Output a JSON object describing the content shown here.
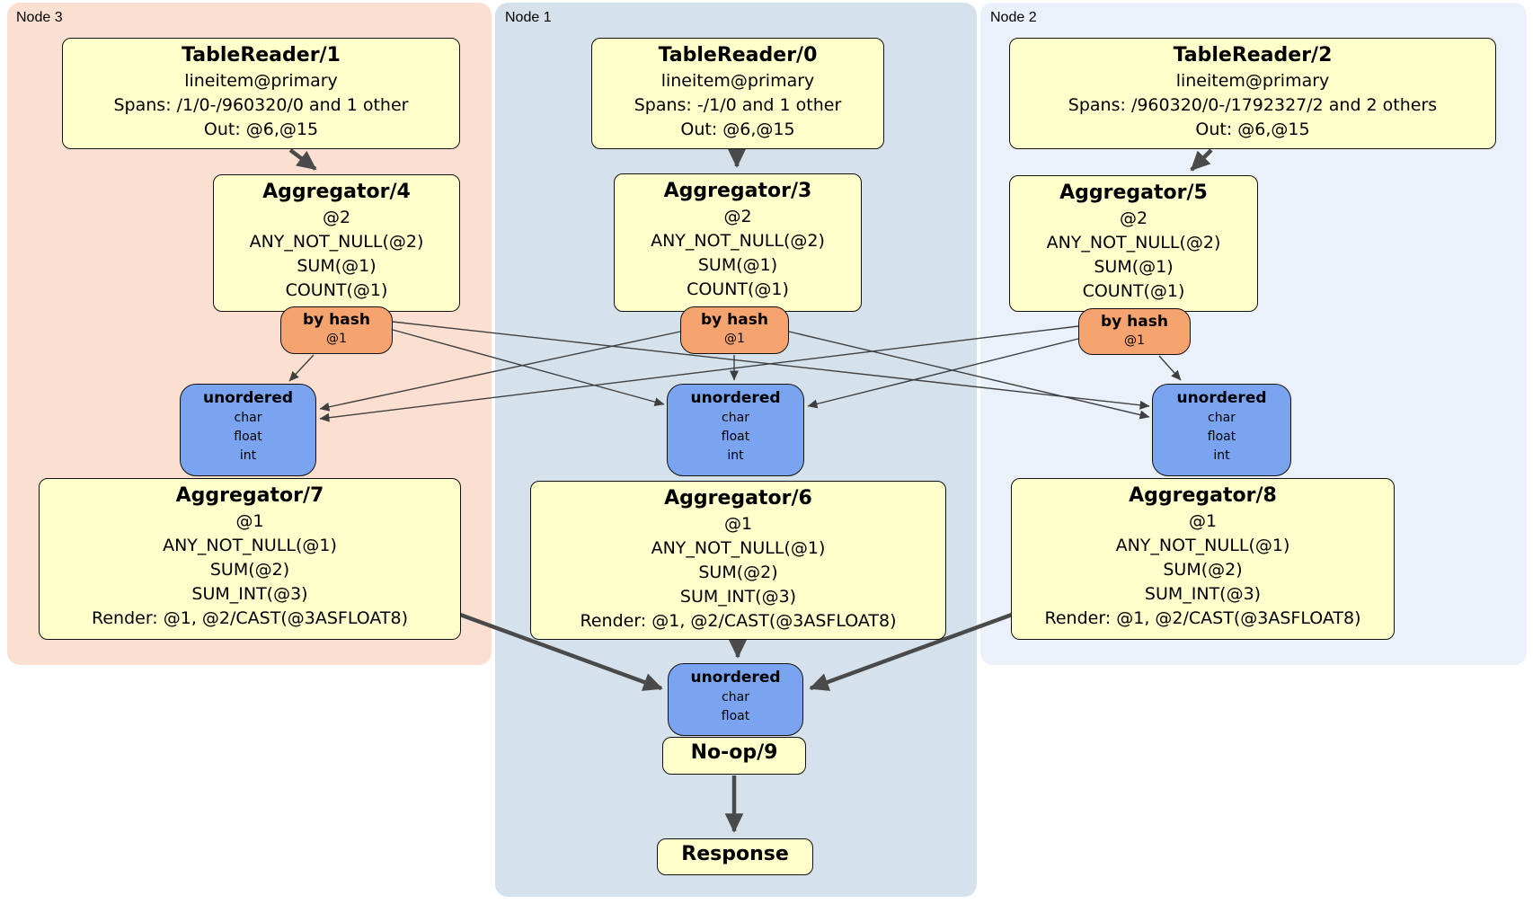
{
  "colors": {
    "node3_bg": "#fbe0d1",
    "node1_bg": "#d6e2eb",
    "node2_bg": "#ebf1fa",
    "processor_box": "#ffffcc",
    "router_box": "#f6a46f",
    "sync_box": "#7aa4ef",
    "edge": "#4a4a4a"
  },
  "node3": {
    "label": "Node 3",
    "table_reader": {
      "title": "TableReader/1",
      "lines": [
        "lineitem@primary",
        "Spans: /1/0-/960320/0 and 1 other",
        "Out: @6,@15"
      ]
    },
    "aggregator_top": {
      "title": "Aggregator/4",
      "lines": [
        "@2",
        "ANY_NOT_NULL(@2)",
        "SUM(@1)",
        "COUNT(@1)"
      ]
    },
    "router": {
      "title": "by hash",
      "detail": "@1"
    },
    "sync": {
      "title": "unordered",
      "lines": [
        "char",
        "float",
        "int"
      ]
    },
    "aggregator_bottom": {
      "title": "Aggregator/7",
      "lines": [
        "@1",
        "ANY_NOT_NULL(@1)",
        "SUM(@2)",
        "SUM_INT(@3)",
        "Render: @1, @2/CAST(@3ASFLOAT8)"
      ]
    }
  },
  "node1": {
    "label": "Node 1",
    "table_reader": {
      "title": "TableReader/0",
      "lines": [
        "lineitem@primary",
        "Spans: -/1/0 and 1 other",
        "Out: @6,@15"
      ]
    },
    "aggregator_top": {
      "title": "Aggregator/3",
      "lines": [
        "@2",
        "ANY_NOT_NULL(@2)",
        "SUM(@1)",
        "COUNT(@1)"
      ]
    },
    "router": {
      "title": "by hash",
      "detail": "@1"
    },
    "sync": {
      "title": "unordered",
      "lines": [
        "char",
        "float",
        "int"
      ]
    },
    "aggregator_bottom": {
      "title": "Aggregator/6",
      "lines": [
        "@1",
        "ANY_NOT_NULL(@1)",
        "SUM(@2)",
        "SUM_INT(@3)",
        "Render: @1, @2/CAST(@3ASFLOAT8)"
      ]
    }
  },
  "node2": {
    "label": "Node 2",
    "table_reader": {
      "title": "TableReader/2",
      "lines": [
        "lineitem@primary",
        "Spans: /960320/0-/1792327/2 and 2 others",
        "Out: @6,@15"
      ]
    },
    "aggregator_top": {
      "title": "Aggregator/5",
      "lines": [
        "@2",
        "ANY_NOT_NULL(@2)",
        "SUM(@1)",
        "COUNT(@1)"
      ]
    },
    "router": {
      "title": "by hash",
      "detail": "@1"
    },
    "sync": {
      "title": "unordered",
      "lines": [
        "char",
        "float",
        "int"
      ]
    },
    "aggregator_bottom": {
      "title": "Aggregator/8",
      "lines": [
        "@1",
        "ANY_NOT_NULL(@1)",
        "SUM(@2)",
        "SUM_INT(@3)",
        "Render: @1, @2/CAST(@3ASFLOAT8)"
      ]
    }
  },
  "final": {
    "sync": {
      "title": "unordered",
      "lines": [
        "char",
        "float"
      ]
    },
    "noop": {
      "title": "No-op/9"
    },
    "response": {
      "title": "Response"
    }
  }
}
